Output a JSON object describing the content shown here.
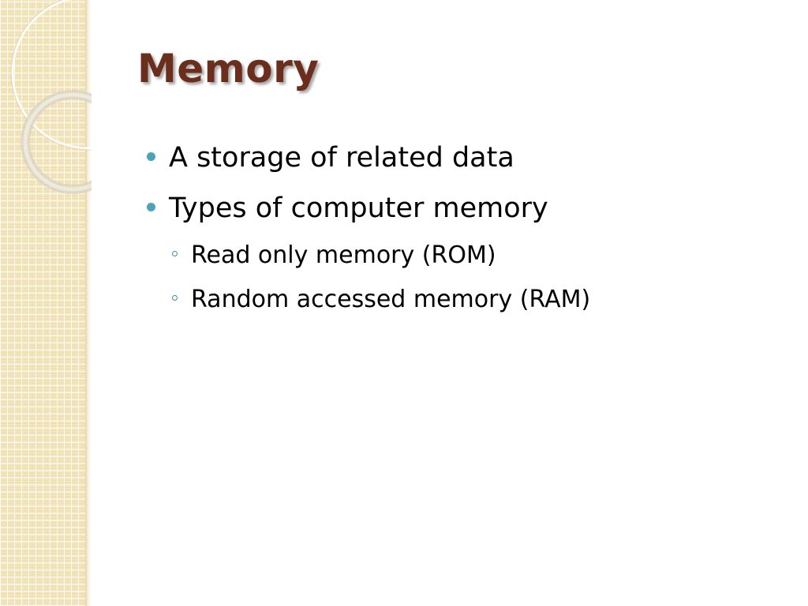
{
  "slide": {
    "title": "Memory",
    "bullets": [
      {
        "text": "A storage of related data"
      },
      {
        "text": "Types of computer memory"
      }
    ],
    "sub_bullets": [
      {
        "text": "Read only memory (ROM)"
      },
      {
        "text": "Random accessed memory (RAM)"
      }
    ]
  },
  "theme": {
    "title_color": "#6b2e1c",
    "bullet_color": "#4aa3b8",
    "band_color": "#f3e6bd"
  }
}
